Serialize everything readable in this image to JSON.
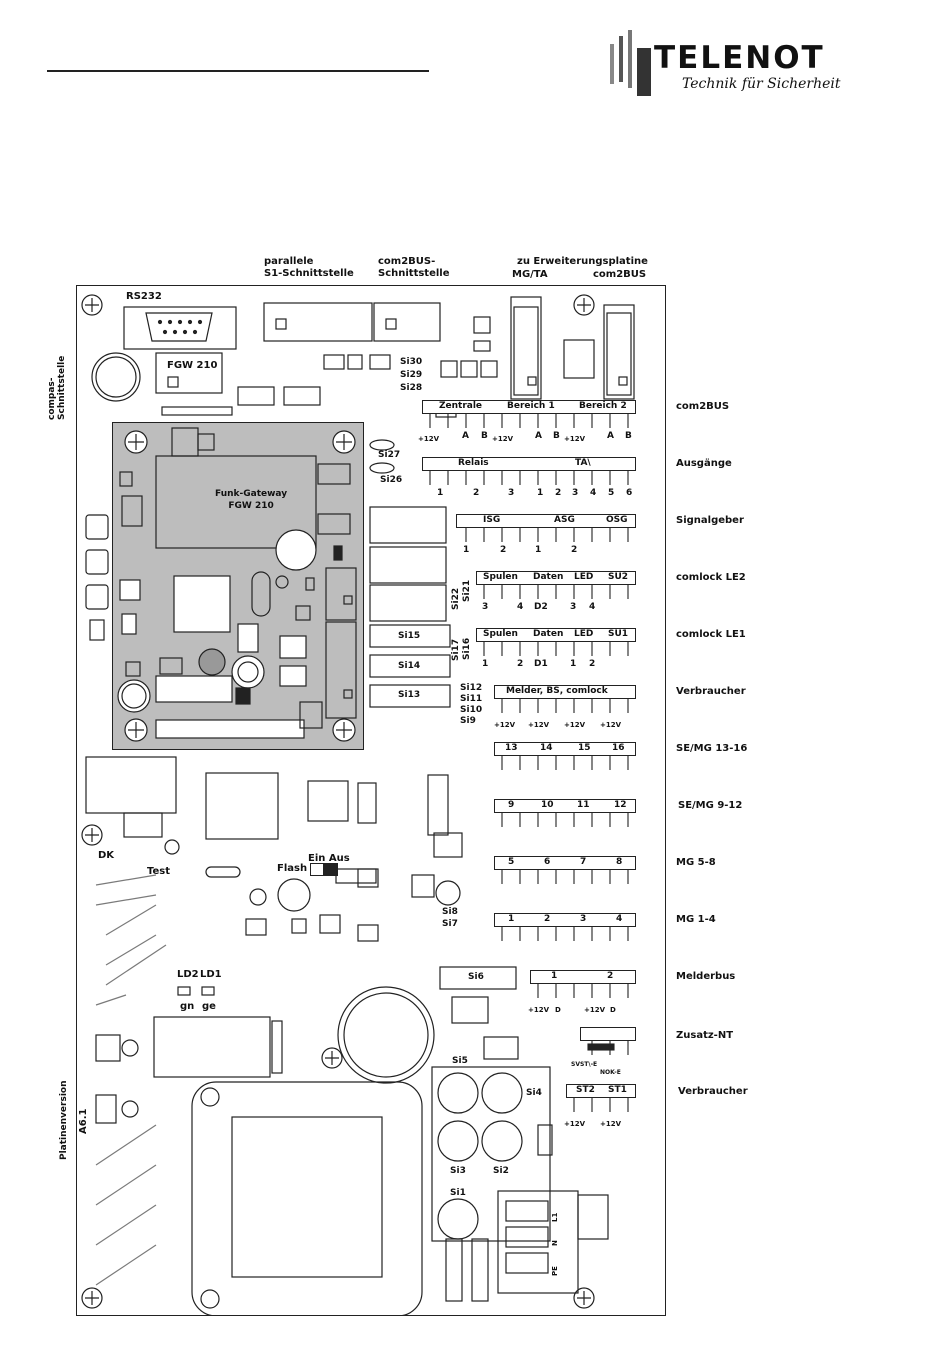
{
  "header": {
    "logo_word": "TELENOT",
    "logo_tagline": "Technik für Sicherheit"
  },
  "top_labels": {
    "parallel_1": "parallele",
    "parallel_2": "S1-Schnittstelle",
    "com2bus_1": "com2BUS-",
    "com2bus_2": "Schnittstelle",
    "expansion_1": "zu Erweiterungsplatine",
    "expansion_mg": "MG/TA",
    "expansion_bus": "com2BUS"
  },
  "board": {
    "rs232": "RS232",
    "fgw_slot": "FGW 210",
    "compas_1": "compas-",
    "compas_2": "Schnittstelle",
    "module_title_1": "Funk-Gateway",
    "module_title_2": "FGW 210",
    "dk": "DK",
    "test": "Test",
    "flash": "Flash",
    "ein_aus": "Ein Aus",
    "ld2": "LD2",
    "ld1": "LD1",
    "gn": "gn",
    "ge": "ge",
    "platinenversion": "Platinenversion",
    "version": "A6.1",
    "fuses": {
      "si1": "Si1",
      "si2": "Si2",
      "si3": "Si3",
      "si4": "Si4",
      "si5": "Si5",
      "si6": "Si6",
      "si7": "Si7",
      "si8": "Si8",
      "si9": "Si9",
      "si10": "Si10",
      "si11": "Si11",
      "si12": "Si12",
      "si13": "Si13",
      "si14": "Si14",
      "si15": "Si15",
      "si16": "Si16",
      "si17": "Si17",
      "si21": "Si21",
      "si22": "Si22",
      "si26": "Si26",
      "si27": "Si27",
      "si28": "Si28",
      "si29": "Si29",
      "si30": "Si30"
    },
    "terminals": {
      "zentrale": "Zentrale",
      "bereich1": "Bereich 1",
      "bereich2": "Bereich 2",
      "a": "A",
      "b": "B",
      "plus12v": "+12V",
      "relais": "Relais",
      "ta": "TA\\",
      "isg": "ISG",
      "asg": "ASG",
      "osg": "OSG",
      "spulen": "Spulen",
      "daten": "Daten",
      "led": "LED",
      "su2": "SU2",
      "su1": "SU1",
      "d2": "D2",
      "d1": "D1",
      "melder": "Melder, BS, comlock",
      "d": "D",
      "svst": "SVST\\-E",
      "nok": "NOK-E",
      "st2": "ST2",
      "st1": "ST1",
      "pe": "PE",
      "n": "N",
      "l1": "L1",
      "n1": "1",
      "n2": "2",
      "n3": "3",
      "n4": "4",
      "n5": "5",
      "n6": "6",
      "n7": "7",
      "n8": "8",
      "n9": "9",
      "n10": "10",
      "n11": "11",
      "n12": "12",
      "n13": "13",
      "n14": "14",
      "n15": "15",
      "n16": "16"
    }
  },
  "right_labels": {
    "com2bus": "com2BUS",
    "ausgaenge": "Ausgänge",
    "signalgeber": "Signalgeber",
    "comlock_le2": "comlock LE2",
    "comlock_le1": "comlock LE1",
    "verbraucher": "Verbraucher",
    "se_mg_13_16": "SE/MG 13-16",
    "se_mg_9_12": "SE/MG 9-12",
    "mg_5_8": "MG 5-8",
    "mg_1_4": "MG 1-4",
    "melderbus": "Melderbus",
    "zusatz_nt": "Zusatz-NT",
    "verbraucher2": "Verbraucher"
  }
}
